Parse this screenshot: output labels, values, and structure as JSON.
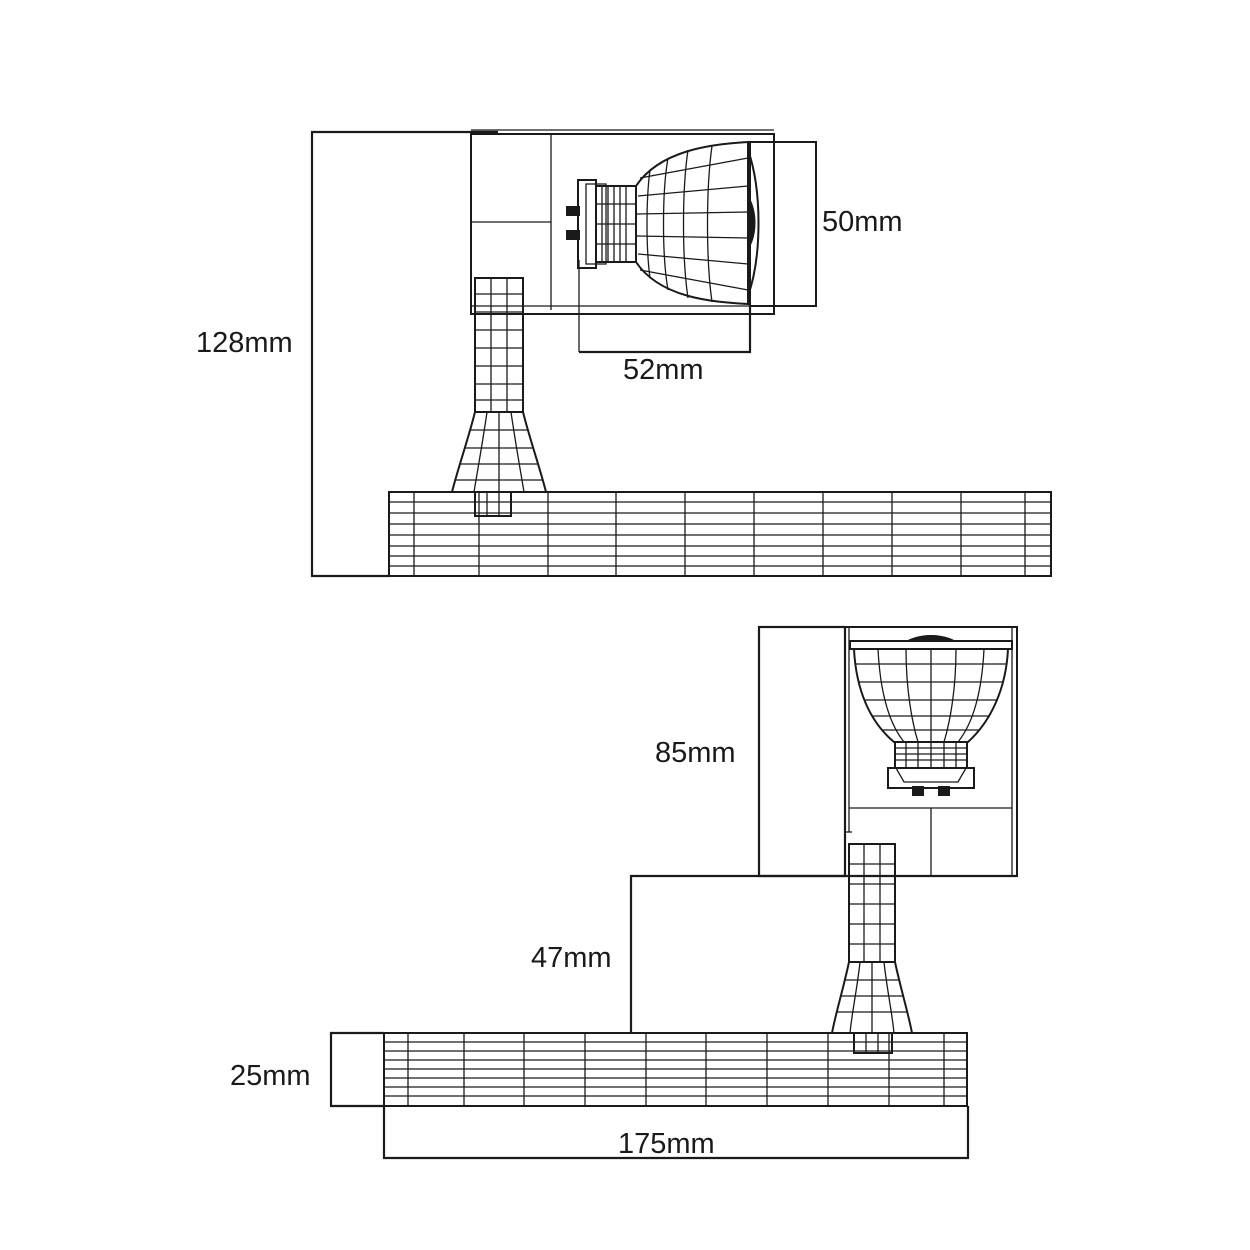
{
  "colors": {
    "line": "#1a1a1a",
    "background": "#ffffff"
  },
  "side_view": {
    "dimensions": {
      "height_total": "128mm",
      "head_height": "50mm",
      "lamp_depth": "52mm"
    }
  },
  "front_view": {
    "dimensions": {
      "head_height": "85mm",
      "stem_height": "47mm",
      "track_height": "25mm",
      "track_length": "175mm"
    }
  }
}
